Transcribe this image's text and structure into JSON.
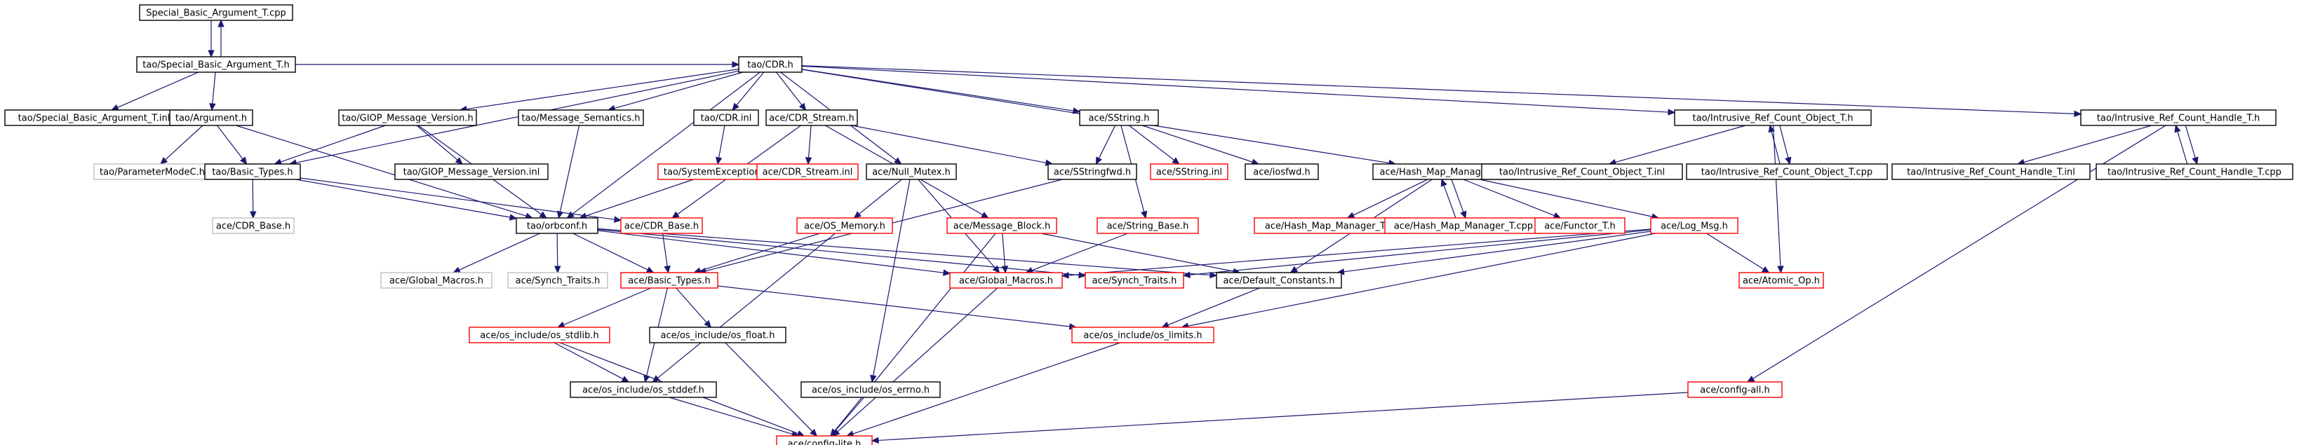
{
  "colors": {
    "edge": "#191970",
    "border_default": "#000000",
    "border_missing": "#bfbfbf",
    "border_truncated": "#ff0000",
    "root_fill": "#bfbfbf"
  },
  "nodes": [
    {
      "id": "n_root",
      "label": "Special_Basic_Argument_T.cpp",
      "kind": "root"
    },
    {
      "id": "n_sbat_h",
      "label": "tao/Special_Basic_Argument_T.h",
      "kind": "default"
    },
    {
      "id": "n_cdr_h",
      "label": "tao/CDR.h",
      "kind": "default"
    },
    {
      "id": "n_sbat_inl",
      "label": "tao/Special_Basic_Argument_T.inl",
      "kind": "default"
    },
    {
      "id": "n_argument_h",
      "label": "tao/Argument.h",
      "kind": "default"
    },
    {
      "id": "n_paramodec",
      "label": "tao/ParameterModeC.h",
      "kind": "missing"
    },
    {
      "id": "n_basic_types_tao",
      "label": "tao/Basic_Types.h",
      "kind": "default"
    },
    {
      "id": "n_cdr_base_missing",
      "label": "ace/CDR_Base.h",
      "kind": "missing"
    },
    {
      "id": "n_giop",
      "label": "tao/GIOP_Message_Version.h",
      "kind": "default"
    },
    {
      "id": "n_giop_inl",
      "label": "tao/GIOP_Message_Version.inl",
      "kind": "default"
    },
    {
      "id": "n_msg_sem",
      "label": "tao/Message_Semantics.h",
      "kind": "default"
    },
    {
      "id": "n_cdr_inl",
      "label": "tao/CDR.inl",
      "kind": "default"
    },
    {
      "id": "n_sysexc",
      "label": "tao/SystemException.h",
      "kind": "truncated"
    },
    {
      "id": "n_orbconf",
      "label": "tao/orbconf.h",
      "kind": "default"
    },
    {
      "id": "n_ace_cdr_stream",
      "label": "ace/CDR_Stream.h",
      "kind": "default"
    },
    {
      "id": "n_cdr_stream_inl",
      "label": "ace/CDR_Stream.inl",
      "kind": "truncated"
    },
    {
      "id": "n_cdr_base_red",
      "label": "ace/CDR_Base.h",
      "kind": "truncated"
    },
    {
      "id": "n_null_mutex",
      "label": "ace/Null_Mutex.h",
      "kind": "default"
    },
    {
      "id": "n_os_memory",
      "label": "ace/OS_Memory.h",
      "kind": "truncated"
    },
    {
      "id": "n_msg_block",
      "label": "ace/Message_Block.h",
      "kind": "truncated"
    },
    {
      "id": "n_sstring_h",
      "label": "ace/SString.h",
      "kind": "default"
    },
    {
      "id": "n_sstringfwd",
      "label": "ace/SStringfwd.h",
      "kind": "default"
    },
    {
      "id": "n_sstring_inl",
      "label": "ace/SString.inl",
      "kind": "truncated"
    },
    {
      "id": "n_iosfwd",
      "label": "ace/iosfwd.h",
      "kind": "default"
    },
    {
      "id": "n_string_base",
      "label": "ace/String_Base.h",
      "kind": "truncated"
    },
    {
      "id": "n_hmm_t_h",
      "label": "ace/Hash_Map_Manager_T.h",
      "kind": "default"
    },
    {
      "id": "n_hmm_t_inl",
      "label": "ace/Hash_Map_Manager_T.inl",
      "kind": "truncated"
    },
    {
      "id": "n_hmm_t_cpp",
      "label": "ace/Hash_Map_Manager_T.cpp",
      "kind": "truncated"
    },
    {
      "id": "n_functor",
      "label": "ace/Functor_T.h",
      "kind": "truncated"
    },
    {
      "id": "n_log_msg",
      "label": "ace/Log_Msg.h",
      "kind": "truncated"
    },
    {
      "id": "n_atomic_op",
      "label": "ace/Atomic_Op.h",
      "kind": "truncated"
    },
    {
      "id": "n_irco_t_h",
      "label": "tao/Intrusive_Ref_Count_Object_T.h",
      "kind": "default"
    },
    {
      "id": "n_irco_t_inl",
      "label": "tao/Intrusive_Ref_Count_Object_T.inl",
      "kind": "default"
    },
    {
      "id": "n_irco_t_cpp",
      "label": "tao/Intrusive_Ref_Count_Object_T.cpp",
      "kind": "default"
    },
    {
      "id": "n_irch_t_h",
      "label": "tao/Intrusive_Ref_Count_Handle_T.h",
      "kind": "default"
    },
    {
      "id": "n_irch_t_inl",
      "label": "tao/Intrusive_Ref_Count_Handle_T.inl",
      "kind": "default"
    },
    {
      "id": "n_irch_t_cpp",
      "label": "tao/Intrusive_Ref_Count_Handle_T.cpp",
      "kind": "default"
    },
    {
      "id": "n_global_macros_missing",
      "label": "ace/Global_Macros.h",
      "kind": "missing"
    },
    {
      "id": "n_synch_traits_missing",
      "label": "ace/Synch_Traits.h",
      "kind": "missing"
    },
    {
      "id": "n_ace_basic_types",
      "label": "ace/Basic_Types.h",
      "kind": "truncated"
    },
    {
      "id": "n_global_macros_red",
      "label": "ace/Global_Macros.h",
      "kind": "truncated"
    },
    {
      "id": "n_synch_traits_red",
      "label": "ace/Synch_Traits.h",
      "kind": "truncated"
    },
    {
      "id": "n_default_constants",
      "label": "ace/Default_Constants.h",
      "kind": "default"
    },
    {
      "id": "n_os_stdlib",
      "label": "ace/os_include/os_stdlib.h",
      "kind": "truncated"
    },
    {
      "id": "n_os_float",
      "label": "ace/os_include/os_float.h",
      "kind": "default"
    },
    {
      "id": "n_os_limits",
      "label": "ace/os_include/os_limits.h",
      "kind": "truncated"
    },
    {
      "id": "n_os_stddef",
      "label": "ace/os_include/os_stddef.h",
      "kind": "default"
    },
    {
      "id": "n_os_errno",
      "label": "ace/os_include/os_errno.h",
      "kind": "default"
    },
    {
      "id": "n_config_all",
      "label": "ace/config-all.h",
      "kind": "truncated"
    },
    {
      "id": "n_config_lite",
      "label": "ace/config-lite.h",
      "kind": "truncated"
    }
  ],
  "edges": [
    [
      "n_root",
      "n_sbat_h"
    ],
    [
      "n_sbat_h",
      "n_root"
    ],
    [
      "n_sbat_h",
      "n_sbat_inl"
    ],
    [
      "n_sbat_h",
      "n_argument_h"
    ],
    [
      "n_sbat_h",
      "n_cdr_h"
    ],
    [
      "n_argument_h",
      "n_paramodec"
    ],
    [
      "n_argument_h",
      "n_basic_types_tao"
    ],
    [
      "n_argument_h",
      "n_orbconf"
    ],
    [
      "n_cdr_h",
      "n_basic_types_tao"
    ],
    [
      "n_cdr_h",
      "n_giop"
    ],
    [
      "n_cdr_h",
      "n_msg_sem"
    ],
    [
      "n_cdr_h",
      "n_cdr_inl"
    ],
    [
      "n_cdr_h",
      "n_ace_cdr_stream"
    ],
    [
      "n_cdr_h",
      "n_null_mutex"
    ],
    [
      "n_cdr_h",
      "n_sstring_h"
    ],
    [
      "n_cdr_h",
      "n_hmm_t_h"
    ],
    [
      "n_cdr_h",
      "n_irco_t_h"
    ],
    [
      "n_cdr_h",
      "n_irch_t_h"
    ],
    [
      "n_cdr_h",
      "n_orbconf"
    ],
    [
      "n_basic_types_tao",
      "n_cdr_base_missing"
    ],
    [
      "n_basic_types_tao",
      "n_orbconf"
    ],
    [
      "n_basic_types_tao",
      "n_cdr_base_red"
    ],
    [
      "n_giop",
      "n_basic_types_tao"
    ],
    [
      "n_giop",
      "n_giop_inl"
    ],
    [
      "n_giop",
      "n_orbconf"
    ],
    [
      "n_msg_sem",
      "n_orbconf"
    ],
    [
      "n_cdr_inl",
      "n_sysexc"
    ],
    [
      "n_sysexc",
      "n_orbconf"
    ],
    [
      "n_ace_cdr_stream",
      "n_cdr_stream_inl"
    ],
    [
      "n_ace_cdr_stream",
      "n_cdr_base_red"
    ],
    [
      "n_ace_cdr_stream",
      "n_sstringfwd"
    ],
    [
      "n_ace_cdr_stream",
      "n_msg_block"
    ],
    [
      "n_null_mutex",
      "n_os_memory"
    ],
    [
      "n_null_mutex",
      "n_global_macros_red"
    ],
    [
      "n_null_mutex",
      "n_os_errno"
    ],
    [
      "n_sstring_h",
      "n_sstringfwd"
    ],
    [
      "n_sstring_h",
      "n_sstring_inl"
    ],
    [
      "n_sstring_h",
      "n_iosfwd"
    ],
    [
      "n_sstring_h",
      "n_string_base"
    ],
    [
      "n_sstringfwd",
      "n_ace_basic_types"
    ],
    [
      "n_hmm_t_h",
      "n_hmm_t_inl"
    ],
    [
      "n_hmm_t_h",
      "n_hmm_t_cpp"
    ],
    [
      "n_hmm_t_cpp",
      "n_hmm_t_h"
    ],
    [
      "n_hmm_t_h",
      "n_functor"
    ],
    [
      "n_hmm_t_h",
      "n_log_msg"
    ],
    [
      "n_hmm_t_h",
      "n_default_constants"
    ],
    [
      "n_irco_t_h",
      "n_irco_t_inl"
    ],
    [
      "n_irco_t_h",
      "n_irco_t_cpp"
    ],
    [
      "n_irco_t_cpp",
      "n_irco_t_h"
    ],
    [
      "n_irco_t_h",
      "n_atomic_op"
    ],
    [
      "n_irch_t_h",
      "n_irch_t_inl"
    ],
    [
      "n_irch_t_h",
      "n_irch_t_cpp"
    ],
    [
      "n_irch_t_cpp",
      "n_irch_t_h"
    ],
    [
      "n_irch_t_h",
      "n_config_all"
    ],
    [
      "n_orbconf",
      "n_global_macros_missing"
    ],
    [
      "n_orbconf",
      "n_synch_traits_missing"
    ],
    [
      "n_orbconf",
      "n_ace_basic_types"
    ],
    [
      "n_orbconf",
      "n_synch_traits_red"
    ],
    [
      "n_orbconf",
      "n_default_constants"
    ],
    [
      "n_orbconf",
      "n_global_macros_red"
    ],
    [
      "n_cdr_base_red",
      "n_ace_basic_types"
    ],
    [
      "n_os_memory",
      "n_ace_basic_types"
    ],
    [
      "n_os_memory",
      "n_os_stddef"
    ],
    [
      "n_msg_block",
      "n_global_macros_red"
    ],
    [
      "n_msg_block",
      "n_default_constants"
    ],
    [
      "n_msg_block",
      "n_config_lite"
    ],
    [
      "n_string_base",
      "n_global_macros_red"
    ],
    [
      "n_log_msg",
      "n_default_constants"
    ],
    [
      "n_log_msg",
      "n_atomic_op"
    ],
    [
      "n_log_msg",
      "n_os_limits"
    ],
    [
      "n_log_msg",
      "n_synch_traits_red"
    ],
    [
      "n_log_msg",
      "n_global_macros_red"
    ],
    [
      "n_ace_basic_types",
      "n_os_stdlib"
    ],
    [
      "n_ace_basic_types",
      "n_os_float"
    ],
    [
      "n_ace_basic_types",
      "n_os_limits"
    ],
    [
      "n_ace_basic_types",
      "n_os_stddef"
    ],
    [
      "n_global_macros_red",
      "n_config_lite"
    ],
    [
      "n_default_constants",
      "n_os_limits"
    ],
    [
      "n_os_stdlib",
      "n_os_stddef"
    ],
    [
      "n_os_stdlib",
      "n_config_lite"
    ],
    [
      "n_os_float",
      "n_config_lite"
    ],
    [
      "n_os_limits",
      "n_config_lite"
    ],
    [
      "n_os_stddef",
      "n_config_lite"
    ],
    [
      "n_os_errno",
      "n_config_lite"
    ],
    [
      "n_config_all",
      "n_config_lite"
    ]
  ]
}
